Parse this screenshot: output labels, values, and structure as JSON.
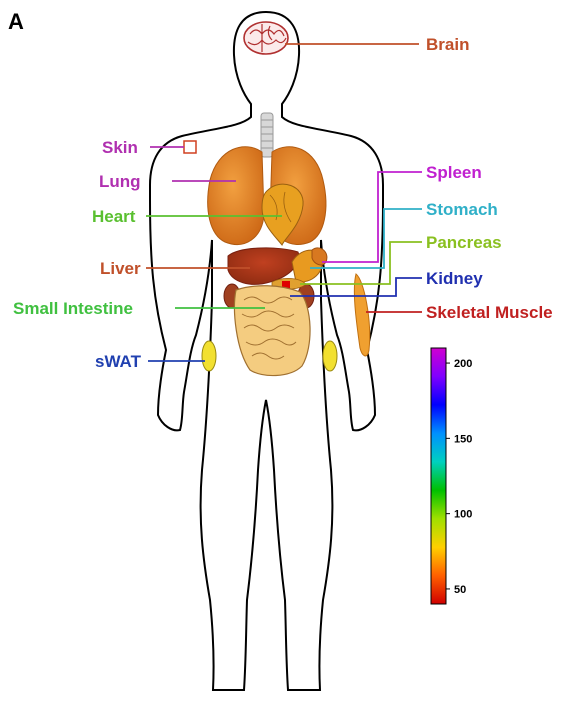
{
  "panel_label": "A",
  "organs": [
    {
      "id": "brain",
      "label": "Brain",
      "color": "#c0502a"
    },
    {
      "id": "skin",
      "label": "Skin",
      "color": "#b030b0"
    },
    {
      "id": "lung",
      "label": "Lung",
      "color": "#b030b0"
    },
    {
      "id": "spleen",
      "label": "Spleen",
      "color": "#c020d0"
    },
    {
      "id": "heart",
      "label": "Heart",
      "color": "#5ac030"
    },
    {
      "id": "stomach",
      "label": "Stomach",
      "color": "#30b0c8"
    },
    {
      "id": "pancreas",
      "label": "Pancreas",
      "color": "#8ac020"
    },
    {
      "id": "liver",
      "label": "Liver",
      "color": "#c0502a"
    },
    {
      "id": "kidney",
      "label": "Kidney",
      "color": "#2030b0"
    },
    {
      "id": "small-intestine",
      "label": "Small Intestine",
      "color": "#40c040"
    },
    {
      "id": "skeletal-muscle",
      "label": "Skeletal Muscle",
      "color": "#c02020"
    },
    {
      "id": "swat",
      "label": "sWAT",
      "color": "#2040b0"
    }
  ],
  "colorbar": {
    "min": 40,
    "max": 210,
    "ticks": [
      "200",
      "150",
      "100",
      "50"
    ],
    "tick_values": [
      200,
      150,
      100,
      50
    ],
    "colors": [
      "#d00000",
      "#ff6000",
      "#ffd000",
      "#a0e000",
      "#00c000",
      "#00d0c0",
      "#0090ff",
      "#0000ff",
      "#8000ff",
      "#d000d0"
    ]
  }
}
